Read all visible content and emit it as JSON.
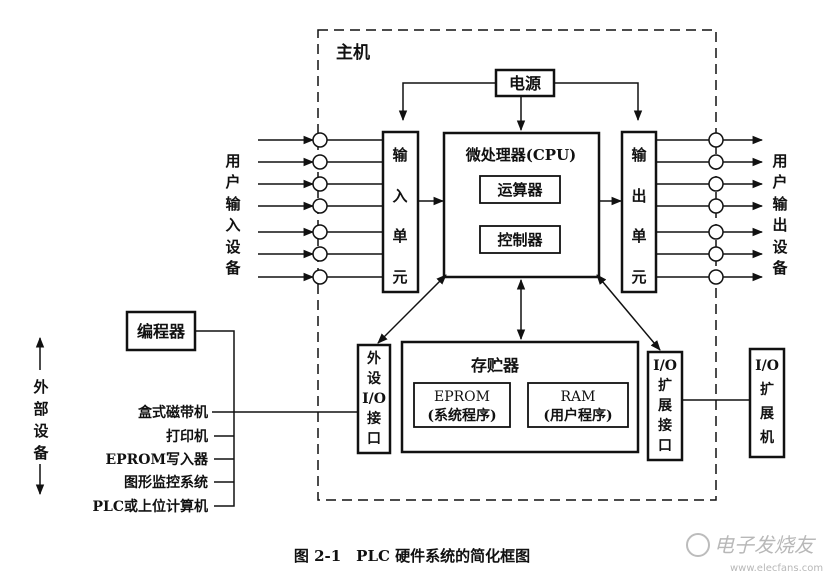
{
  "host": {
    "label": "主机"
  },
  "power": {
    "label": "电源"
  },
  "cpu": {
    "title": "微处理器(CPU)",
    "alu": "运算器",
    "controller": "控制器"
  },
  "input_unit": {
    "chars": [
      "输",
      "入",
      "单",
      "元"
    ]
  },
  "output_unit": {
    "chars": [
      "输",
      "出",
      "单",
      "元"
    ]
  },
  "user_input": {
    "chars": [
      "用",
      "户",
      "输",
      "入",
      "设",
      "备"
    ]
  },
  "user_output": {
    "chars": [
      "用",
      "户",
      "输",
      "出",
      "设",
      "备"
    ]
  },
  "memory": {
    "title": "存贮器",
    "eprom": {
      "line1": "EPROM",
      "line2": "(系统程序)"
    },
    "ram": {
      "line1": "RAM",
      "line2": "(用户程序)"
    }
  },
  "peripheral_io": {
    "lines": [
      "外",
      "设",
      "I/O",
      "接",
      "口"
    ]
  },
  "io_expansion": {
    "lines": [
      "I/O",
      "扩",
      "展",
      "接",
      "口"
    ]
  },
  "io_expansion_unit": {
    "lines": [
      "I/O",
      "扩",
      "展",
      "机"
    ]
  },
  "programmer": {
    "label": "编程器"
  },
  "external_devices": {
    "label_chars": [
      "外",
      "部",
      "设",
      "备"
    ],
    "items": [
      "盒式磁带机",
      "打印机",
      "EPROM写入器",
      "图形监控系统",
      "PLC或上位计算机"
    ]
  },
  "caption": "图 2-1　PLC 硬件系统的简化框图",
  "watermark": {
    "text": "电子发烧友",
    "url": "www.elecfans.com"
  }
}
